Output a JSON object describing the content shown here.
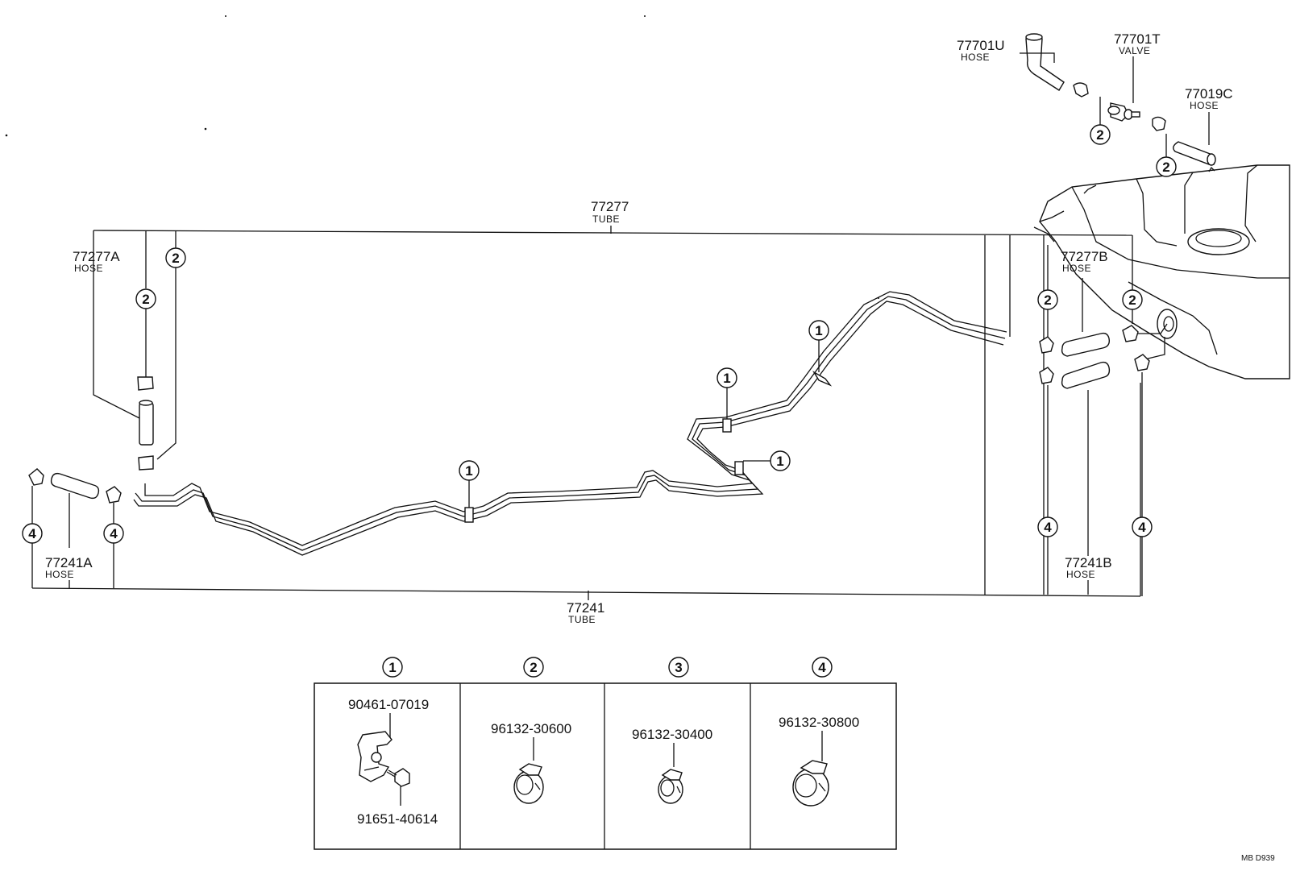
{
  "parts": {
    "p77701U": {
      "number": "77701U",
      "name": "HOSE"
    },
    "p77701T": {
      "number": "77701T",
      "name": "VALVE"
    },
    "p77019C": {
      "number": "77019C",
      "name": "HOSE"
    },
    "p77277": {
      "number": "77277",
      "name": "TUBE"
    },
    "p77277A": {
      "number": "77277A",
      "name": "HOSE"
    },
    "p77277B": {
      "number": "77277B",
      "name": "HOSE"
    },
    "p77241A": {
      "number": "77241A",
      "name": "HOSE"
    },
    "p77241B": {
      "number": "77241B",
      "name": "HOSE"
    },
    "p77241": {
      "number": "77241",
      "name": "TUBE"
    }
  },
  "callouts": {
    "c1": "1",
    "c2": "2",
    "c3": "3",
    "c4": "4"
  },
  "legend": {
    "clamp1": {
      "number": "1",
      "part_a": "90461-07019",
      "part_b": "91651-40614"
    },
    "clamp2": {
      "number": "2",
      "part": "96132-30600"
    },
    "clamp3": {
      "number": "3",
      "part": "96132-30400"
    },
    "clamp4": {
      "number": "4",
      "part": "96132-30800"
    }
  },
  "footer": {
    "code": "MB  D939"
  }
}
